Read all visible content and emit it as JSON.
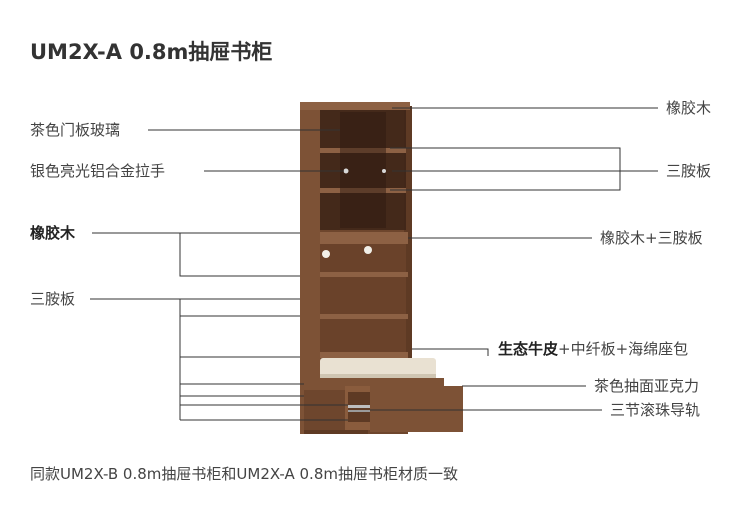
{
  "title": "UM2X-A 0.8m抽屉书柜",
  "labels_left": {
    "tea_glass": "茶色门板玻璃",
    "silver_handle": "银色亮光铝合金拉手",
    "rubberwood": "橡胶木",
    "plywood": "三胺板"
  },
  "labels_right": {
    "rubberwood": "橡胶木",
    "plywood": "三胺板",
    "rubberwood_plywood": "橡胶木+三胺板",
    "seat_cushion_bold": "生态牛皮",
    "seat_cushion_rest": "+中纤板+海绵座包",
    "tea_acrylic": "茶色抽面亚克力",
    "slide_rail": "三节滚珠导轨"
  },
  "footer": "同款UM2X-B 0.8m抽屉书柜和UM2X-A 0.8m抽屉书柜材质一致",
  "colors": {
    "wood": "#7a4f33",
    "wood_dark": "#5e3a24",
    "wood_light": "#8d6144",
    "cushion": "#e9e1d2",
    "line": "#333333"
  }
}
